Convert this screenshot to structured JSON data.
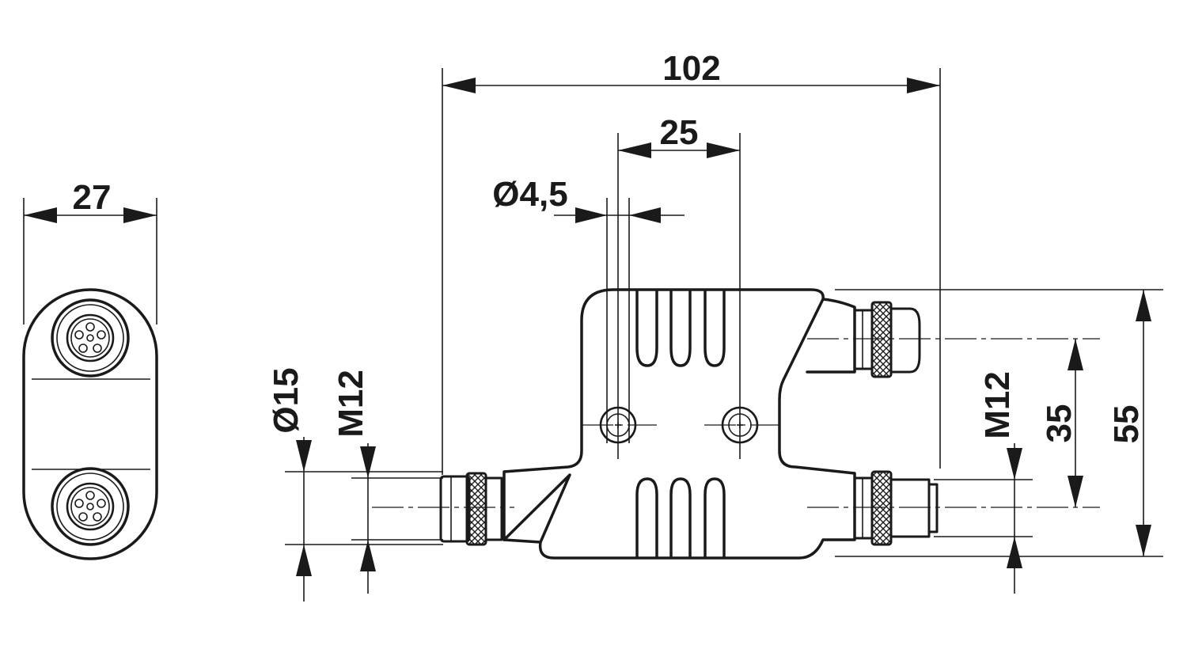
{
  "dimensions": {
    "width_side": "27",
    "overall_length": "102",
    "hole_spacing": "25",
    "hole_diameter": "Ø4,5",
    "cable_diameter": "Ø15",
    "thread_left": "M12",
    "thread_right": "M12",
    "port_spacing": "35",
    "overall_height": "55"
  },
  "colors": {
    "line": "#1a1a1a",
    "background": "#ffffff"
  }
}
